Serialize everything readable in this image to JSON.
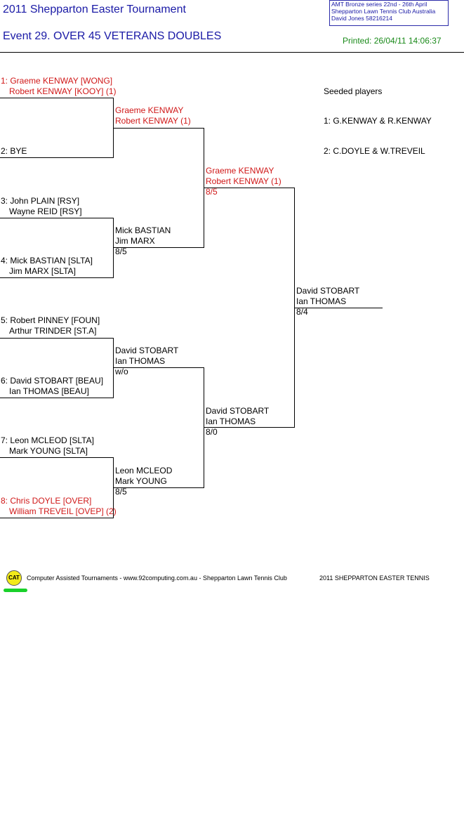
{
  "header": {
    "tournament_title": "2011 Shepparton Easter Tournament",
    "event_title": "Event 29. OVER 45 VETERANS DOUBLES",
    "info_lines": [
      "AMT Bronze series    22nd - 26th April",
      "Shepparton Lawn Tennis Club    Australia",
      "David Jones    58216214"
    ],
    "printed": "Printed: 26/04/11 14:06:37"
  },
  "round1": [
    {
      "line1": "1: Graeme KENWAY [WONG]",
      "line2": "Robert KENWAY [KOOY] (1)",
      "seeded": true
    },
    {
      "line1": "",
      "line2": "2: BYE",
      "seeded": false
    },
    {
      "line1": "3: John PLAIN [RSY]",
      "line2": "Wayne REID [RSY]",
      "seeded": false
    },
    {
      "line1": "4: Mick BASTIAN [SLTA]",
      "line2": "Jim MARX [SLTA]",
      "seeded": false
    },
    {
      "line1": "5: Robert PINNEY [FOUN]",
      "line2": "Arthur TRINDER [ST.A]",
      "seeded": false
    },
    {
      "line1": "6: David STOBART [BEAU]",
      "line2": "Ian THOMAS [BEAU]",
      "seeded": false
    },
    {
      "line1": "7: Leon MCLEOD [SLTA]",
      "line2": "Mark YOUNG [SLTA]",
      "seeded": false
    },
    {
      "line1": "8: Chris DOYLE [OVER]",
      "line2": "William TREVEIL [OVEP] (2)",
      "seeded": true
    }
  ],
  "round2": [
    {
      "line1": "Graeme KENWAY",
      "line2": "Robert KENWAY (1)",
      "score": "",
      "seeded": true
    },
    {
      "line1": "Mick BASTIAN",
      "line2": "Jim MARX",
      "score": "8/5",
      "seeded": false
    },
    {
      "line1": "David STOBART",
      "line2": "Ian THOMAS",
      "score": "w/o",
      "seeded": false
    },
    {
      "line1": "Leon MCLEOD",
      "line2": "Mark YOUNG",
      "score": "8/5",
      "seeded": false
    }
  ],
  "round3": [
    {
      "line1": "Graeme KENWAY",
      "line2": "Robert KENWAY (1)",
      "score": "8/5",
      "seeded": true
    },
    {
      "line1": "David STOBART",
      "line2": "Ian THOMAS",
      "score": "8/0",
      "seeded": false
    }
  ],
  "final": {
    "line1": "David STOBART",
    "line2": "Ian THOMAS",
    "score": "8/4"
  },
  "seeds": {
    "heading": "Seeded players",
    "items": [
      "1: G.KENWAY & R.KENWAY",
      "2: C.DOYLE & W.TREVEIL"
    ]
  },
  "footer": {
    "logo_text": "CAT",
    "credits": "Computer Assisted Tournaments - www.92computing.com.au -  Shepparton Lawn Tennis Club",
    "event_name": "2011 SHEPPARTON EASTER TENNIS"
  },
  "colors": {
    "title": "#1a1aa6",
    "seeded": "#d01818",
    "printed": "#1a8a1a"
  }
}
